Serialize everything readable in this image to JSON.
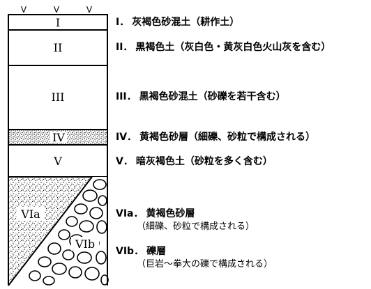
{
  "diagram": {
    "surface_marks": [
      "V",
      "V",
      "V"
    ],
    "layers": [
      {
        "roman": "I",
        "legend_number": "I．",
        "legend_text": "灰褐色砂混土（耕作土）"
      },
      {
        "roman": "II",
        "legend_number": "II．",
        "legend_text": "黒褐色土（灰白色・黄灰白色火山灰を含む）"
      },
      {
        "roman": "III",
        "legend_number": "III．",
        "legend_text": "黒褐色砂混土（砂礫を若干含む）"
      },
      {
        "roman": "IV",
        "legend_number": "IV．",
        "legend_text": "黄褐色砂層（細礫、砂粒で構成される）"
      },
      {
        "roman": "V",
        "legend_number": "V．",
        "legend_text": "暗灰褐色土（砂粒を多く含む）"
      }
    ],
    "layer_VIa": {
      "roman": "VIa",
      "legend_number": "VIa．",
      "legend_text": "黄褐色砂層",
      "legend_sub": "（細礫、砂粒で構成される）"
    },
    "layer_VIb": {
      "roman": "VIb",
      "legend_number": "VIb．",
      "legend_text": "礫層",
      "legend_sub": "（巨岩～拳大の礫で構成される）"
    }
  }
}
